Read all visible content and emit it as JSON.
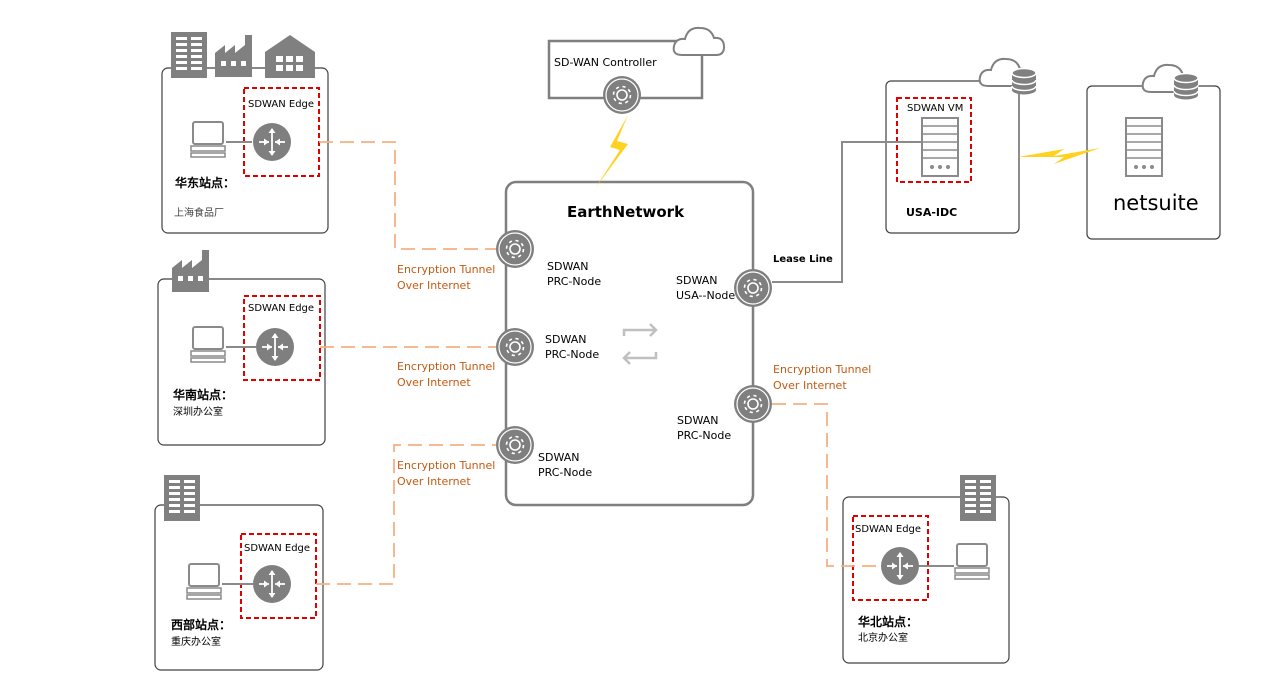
{
  "controller": {
    "label": "SD-WAN Controller"
  },
  "core": {
    "title": "EarthNetwork"
  },
  "nodes": {
    "prc1": {
      "line1": "SDWAN",
      "line2": "PRC-Node"
    },
    "prc2": {
      "line1": "SDWAN",
      "line2": "PRC-Node"
    },
    "prc3": {
      "line1": "SDWAN",
      "line2": "PRC-Node"
    },
    "usa": {
      "line1": "SDWAN",
      "line2": "USA--Node"
    },
    "prc4": {
      "line1": "SDWAN",
      "line2": "PRC-Node"
    }
  },
  "tunnels": {
    "t1": {
      "line1": "Encryption Tunnel",
      "line2": "Over Internet"
    },
    "t2": {
      "line1": "Encryption Tunnel",
      "line2": "Over Internet"
    },
    "t3": {
      "line1": "Encryption Tunnel",
      "line2": "Over Internet"
    },
    "t4": {
      "line1": "Encryption Tunnel",
      "line2": "Over Internet"
    }
  },
  "lease_line": "Lease Line",
  "sites": {
    "east": {
      "edge": "SDWAN Edge",
      "name": "华东站点：",
      "sub": "上海食品厂"
    },
    "south": {
      "edge": "SDWAN Edge",
      "name": "华南站点：",
      "sub": "深圳办公室"
    },
    "west": {
      "edge": "SDWAN Edge",
      "name": "西部站点：",
      "sub": "重庆办公室"
    },
    "north": {
      "edge": "SDWAN Edge",
      "name": "华北站点：",
      "sub": "北京办公室"
    }
  },
  "idc": {
    "vm": "SDWAN VM",
    "name": "USA-IDC"
  },
  "netsuite": {
    "name": "netsuite"
  },
  "colors": {
    "tunnel": "#f4b183",
    "edge_box": "#e00000",
    "icon": "#7f7f7f",
    "tunnel_text": "#c55a11",
    "lightning": "#ffd21f"
  }
}
